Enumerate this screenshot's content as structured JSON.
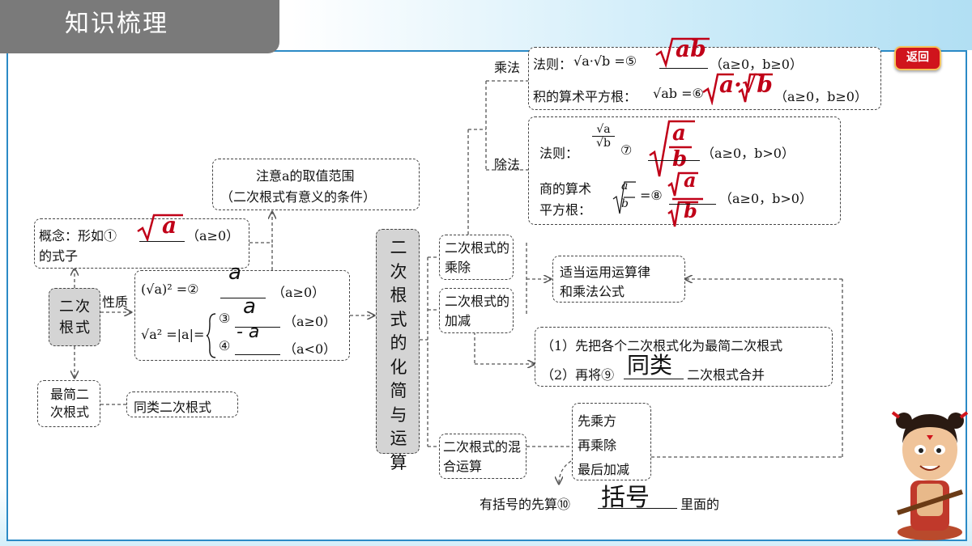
{
  "header": {
    "title": "知识梳理",
    "back_label": "返回"
  },
  "root": {
    "label": "二次根式"
  },
  "concept": {
    "text": "概念：形如①",
    "condition": "（a≥0）",
    "suffix": "的式子",
    "answer": "a"
  },
  "note": {
    "line1": "注意a的取值范围",
    "line2": "（二次根式有意义的条件）"
  },
  "property": {
    "label": "性质",
    "row1": {
      "lhs": "(√a)² =②",
      "answer": "a",
      "cond": "（a≥0）"
    },
    "row2": {
      "lhs": "√a² =|a|=",
      "num3": "③",
      "answer3": "a",
      "cond3": "（a≥0）",
      "num4": "④",
      "answer4": "- a",
      "cond4": "（a<0）"
    }
  },
  "simplest": {
    "label": "最简二次根式",
    "sub": "同类二次根式"
  },
  "center": {
    "label": "二次根式的化简与运算"
  },
  "muldiv": {
    "label": "二次根式的乘除"
  },
  "addsub": {
    "label": "二次根式的加减"
  },
  "mixed": {
    "label": "二次根式的混合运算"
  },
  "multiply": {
    "label": "乘法",
    "rule_label": "法则：",
    "rule_eq": "√a·√b =⑤",
    "rule_answer": "ab",
    "rule_cond": "（a≥0，b≥0）",
    "sqrt_label": "积的算术平方根：",
    "sqrt_eq": "√ab =⑥",
    "sqrt_answer": "a·√b",
    "sqrt_cond": "（a≥0，b≥0）"
  },
  "divide": {
    "label": "除法",
    "rule_label": "法则：",
    "rule_num": "⑦",
    "rule_answer": "a/b",
    "rule_cond": "（a≥0，b>0）",
    "sqrt_label1": "商的算术",
    "sqrt_label2": "平方根：",
    "sqrt_num": "=⑧",
    "sqrt_answer": "√a/√b",
    "sqrt_cond": "（a≥0，b>0）"
  },
  "laws": {
    "line1": "适当运用运算律",
    "line2": "和乘法公式"
  },
  "steps": {
    "line1": "（1）先把各个二次根式化为最简二次根式",
    "line2_pre": "（2）再将⑨",
    "line2_answer": "同类",
    "line2_post": "二次根式合并"
  },
  "order": {
    "line1": "先乘方",
    "line2": "再乘除",
    "line3": "最后加减"
  },
  "bracket": {
    "pre": "有括号的先算⑩",
    "answer": "括号",
    "post": "里面的"
  }
}
